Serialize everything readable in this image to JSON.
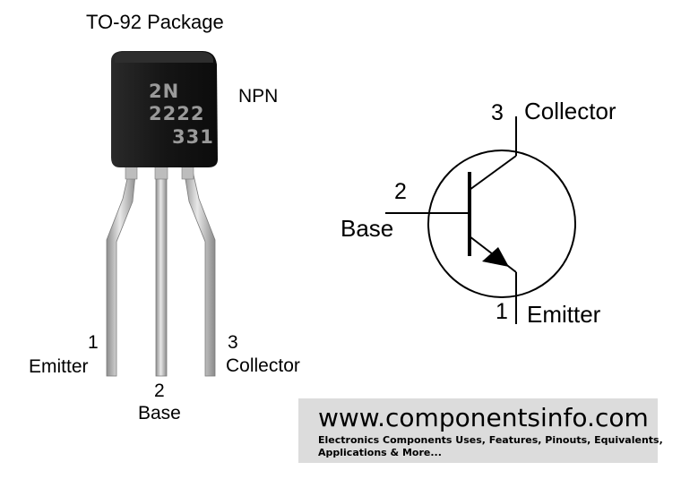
{
  "package": {
    "title": "TO-92 Package",
    "type_label": "NPN",
    "marking": [
      "2N",
      "2222",
      "331"
    ]
  },
  "pins": [
    {
      "number": "1",
      "name": "Emitter"
    },
    {
      "number": "2",
      "name": "Base"
    },
    {
      "number": "3",
      "name": "Collector"
    }
  ],
  "symbol": {
    "collector": {
      "number": "3",
      "name": "Collector"
    },
    "base": {
      "number": "2",
      "name": "Base"
    },
    "emitter": {
      "number": "1",
      "name": "Emitter"
    }
  },
  "footer": {
    "url": "www.componentsinfo.com",
    "line1": "Electronics Components Uses, Features, Pinouts, Equivalents,",
    "line2": "Applications & More..."
  },
  "colors": {
    "body": "#151515",
    "marking": "#9a9a9a",
    "lead": "#c4c4c4",
    "footer_bg": "#dcdcdc"
  }
}
